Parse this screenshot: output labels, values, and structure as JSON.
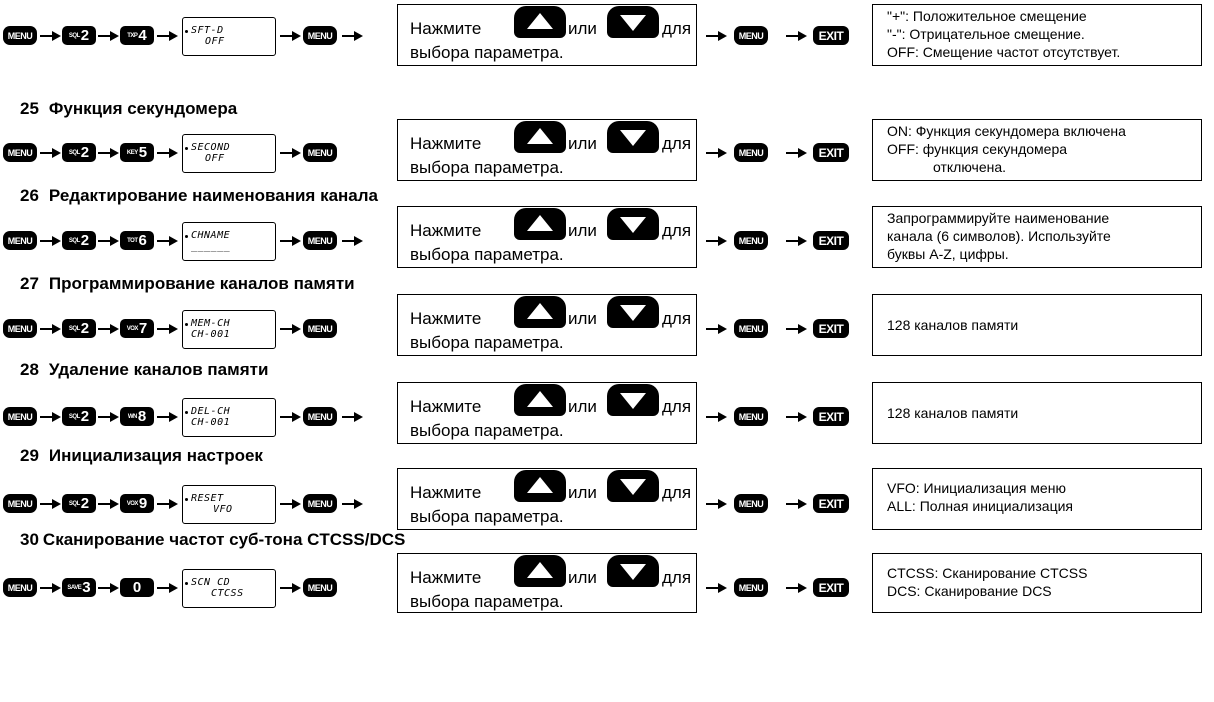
{
  "instruction": {
    "press": "Нажмите",
    "or": "или",
    "for": "для",
    "line2": "выбора параметра."
  },
  "keys": {
    "menu": "MENU",
    "exit": "EXIT"
  },
  "icons": {
    "up": "up-triangle-button-icon",
    "down": "down-triangle-button-icon"
  },
  "rows": [
    {
      "number": "",
      "title": "",
      "key1": {
        "small": "SQL",
        "big": "2"
      },
      "key2": {
        "small": "TXP",
        "big": "4"
      },
      "lcd": {
        "line1": "SFT-D",
        "line2": "OFF"
      },
      "result": [
        "\"+\": Положительное смещение",
        "\"-\": Отрицательное смещение.",
        "OFF: Смещение частот отсутствует."
      ]
    },
    {
      "number": "25",
      "title": "Функция секундомера",
      "key1": {
        "small": "SQL",
        "big": "2"
      },
      "key2": {
        "small": "KEY",
        "big": "5"
      },
      "lcd": {
        "line1": "SECOND",
        "line2": "OFF"
      },
      "result": [
        "ON: Функция секундомера включена",
        "OFF: функция секундомера",
        "отключена."
      ]
    },
    {
      "number": "26",
      "title": "Редактирование наименования канала",
      "key1": {
        "small": "SQL",
        "big": "2"
      },
      "key2": {
        "small": "TOT",
        "big": "6"
      },
      "lcd": {
        "line1": "CHNAME",
        "line2": "______"
      },
      "result": [
        "Запрограммируйте наименование",
        "канала (6 символов). Используйте",
        "буквы A-Z, цифры."
      ]
    },
    {
      "number": "27",
      "title": "Программирование каналов памяти",
      "key1": {
        "small": "SQL",
        "big": "2"
      },
      "key2": {
        "small": "VOX",
        "big": "7"
      },
      "lcd": {
        "line1": "MEM-CH",
        "line2": "CH-001"
      },
      "result": [
        "128 каналов памяти"
      ]
    },
    {
      "number": "28",
      "title": "Удаление каналов памяти",
      "key1": {
        "small": "SQL",
        "big": "2"
      },
      "key2": {
        "small": "WN",
        "big": "8"
      },
      "lcd": {
        "line1": "DEL-CH",
        "line2": "CH-001"
      },
      "result": [
        "128 каналов памяти"
      ]
    },
    {
      "number": "29",
      "title": "Инициализация настроек",
      "key1": {
        "small": "SQL",
        "big": "2"
      },
      "key2": {
        "small": "VOX",
        "big": "9"
      },
      "lcd": {
        "line1": "RESET",
        "line2": "VFO"
      },
      "result": [
        "VFO: Инициализация меню",
        "ALL: Полная инициализация"
      ]
    },
    {
      "number": "30",
      "title": "Сканирование частот суб-тона CTCSS/DCS",
      "key1": {
        "small": "SAVE",
        "big": "3"
      },
      "key2": {
        "small": "",
        "big": "0"
      },
      "lcd": {
        "line1": "SCN CD",
        "line2": "CTCSS"
      },
      "result": [
        "CTCSS: Сканирование CTCSS",
        "DCS: Сканирование DCS"
      ]
    }
  ]
}
